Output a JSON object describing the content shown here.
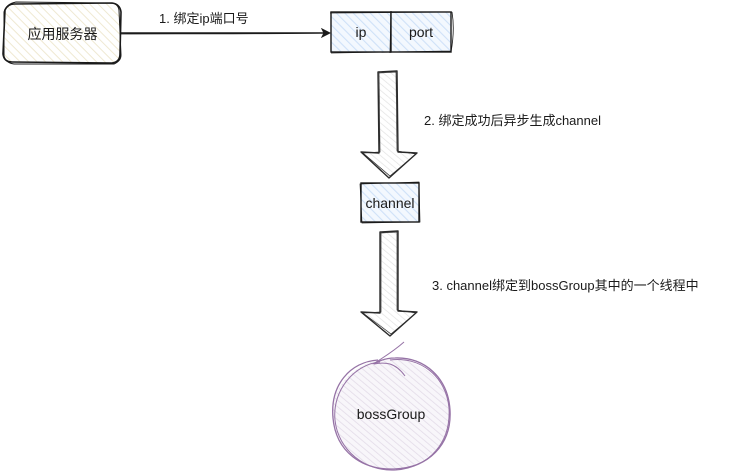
{
  "diagram": {
    "nodes": {
      "app_server": {
        "label": "应用服务器",
        "fill": "#fbf9ee",
        "stroke": "#1a1a1a"
      },
      "ip_port": {
        "cells": [
          {
            "label": "ip"
          },
          {
            "label": "port"
          }
        ],
        "fill": "#dae8fc",
        "stroke": "#1a1a1a"
      },
      "channel": {
        "label": "channel",
        "fill": "#dae8fc",
        "stroke": "#1a1a1a"
      },
      "boss_group": {
        "label": "bossGroup",
        "fill": "#e1d5e7",
        "stroke": "#9673a6"
      }
    },
    "edges": [
      {
        "id": "bind-ip-port",
        "label": "1. 绑定ip端口号",
        "from": "app_server",
        "to": "ip_port"
      },
      {
        "id": "generate-channel",
        "label": "2. 绑定成功后异步生成channel",
        "from": "ip_port",
        "to": "channel"
      },
      {
        "id": "bind-boss-group",
        "label": "3. channel绑定到bossGroup其中的一个线程中",
        "from": "channel",
        "to": "boss_group"
      }
    ]
  }
}
